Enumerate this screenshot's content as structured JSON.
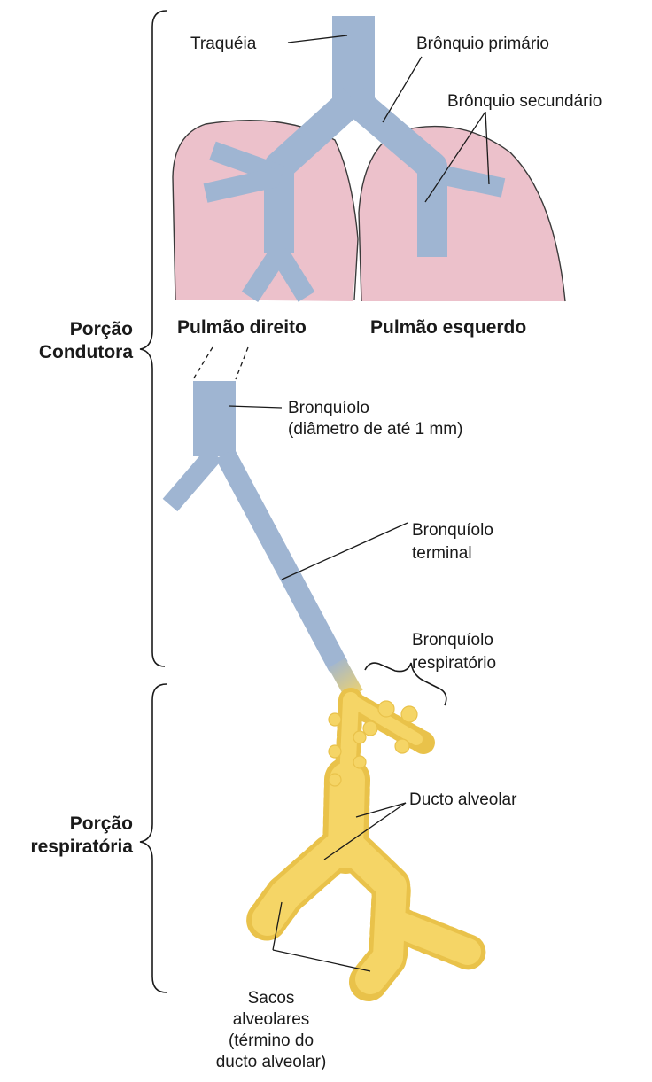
{
  "colors": {
    "lung": "#ecc1cb",
    "lung_outline": "#3a3a3a",
    "airway": "#9fb5d2",
    "alveolar": "#f5d566",
    "alveolar_edge": "#e9c24a",
    "text": "#1a1a1a"
  },
  "labels": {
    "trachea": "Traquéia",
    "primary_bronchus": "Brônquio primário",
    "secondary_bronchus": "Brônquio secundário",
    "right_lung": "Pulmão direito",
    "left_lung": "Pulmão esquerdo",
    "bronchiole": [
      "Bronquíolo",
      "(diâmetro de até 1 mm)"
    ],
    "terminal_bronchiole": [
      "Bronquíolo",
      "terminal"
    ],
    "respiratory_bronchiole": [
      "Bronquíolo",
      "respiratório"
    ],
    "alveolar_duct": "Ducto alveolar",
    "alveolar_sacs": [
      "Sacos",
      "alveolares",
      "(término do",
      "ducto alveolar)"
    ]
  },
  "sections": {
    "conducting": [
      "Porção",
      "Condutora"
    ],
    "respiratory": [
      "Porção",
      "respiratória"
    ]
  }
}
